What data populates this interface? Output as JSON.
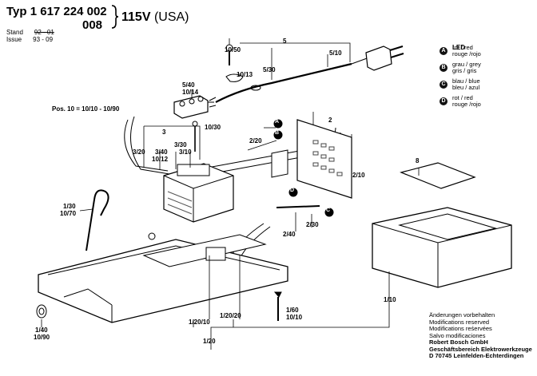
{
  "header": {
    "type_line": "Typ 1 617 224 002",
    "type_line2": "008",
    "voltage_bold": "115V",
    "voltage_rest": "(USA)",
    "stand_label": "Stand",
    "issue_label": "Issue",
    "stand_old": "92 - 01",
    "issue_new": "93 - 09"
  },
  "callouts": {
    "c5": "5",
    "c10_50": "10/50",
    "c5_30": "5/30",
    "c5_10": "5/10",
    "c10_13": "10/13",
    "c5_40": "5/40",
    "c10_14": "10/14",
    "pos10": "Pos. 10 = 10/10 - 10/90",
    "c10_30": "10/30",
    "c3": "3",
    "c3_30": "3/30",
    "c3_20": "3/20",
    "c3_40": "3/40",
    "c10_12": "10/12",
    "c3_10": "3/10",
    "c2": "2",
    "c2_20": "2/20",
    "c2_10": "2/10",
    "c8": "8",
    "c1_30": "1/30",
    "c10_70": "10/70",
    "c2_40": "2/40",
    "c2_30": "2/30",
    "c1_10": "1/10",
    "c1_60": "1/60",
    "c10_10": "10/10",
    "c1_20_10": "1/20/10",
    "c1_20_20": "1/20/20",
    "c1_20": "1/20",
    "c1_40": "1/40",
    "c10_90": "10/90"
  },
  "legend": {
    "title": "LED",
    "items": [
      {
        "badge": "A",
        "line1": "rot / red",
        "line2": "rouge /rojo"
      },
      {
        "badge": "B",
        "line1": "grau / grey",
        "line2": "gris / gris"
      },
      {
        "badge": "C",
        "line1": "blau / blue",
        "line2": "bleu / azul"
      },
      {
        "badge": "D",
        "line1": "rot / red",
        "line2": "rouge /rojo"
      }
    ]
  },
  "footer": {
    "lines": [
      "Änderungen vorbehalten",
      "Modifications reserved",
      "Modifications reśervées",
      "Salvo modificaciones"
    ],
    "company": "Robert Bosch GmbH",
    "division": "Geschäftsbereich Elektrowerkzeuge",
    "address": "D 70745 Leinfelden-Echterdingen"
  },
  "colors": {
    "ink": "#000000",
    "paper": "#ffffff"
  }
}
